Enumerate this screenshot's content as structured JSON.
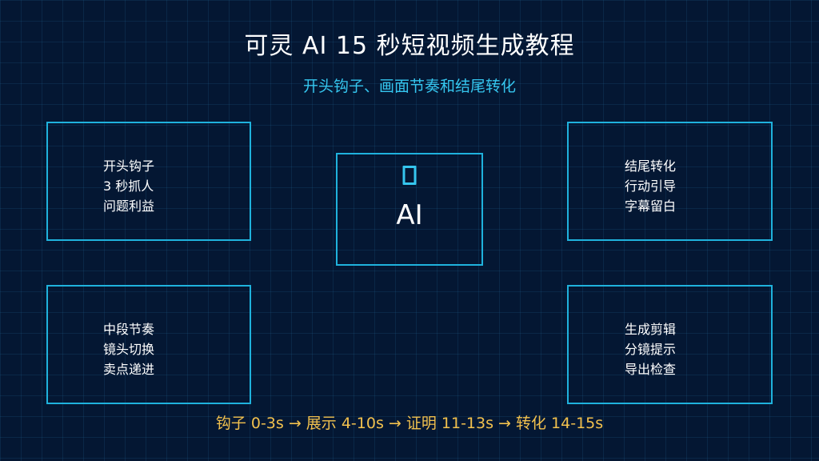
{
  "colors": {
    "background": "#041733",
    "box_border": "#1fb2dd",
    "accent_cyan": "#35c6ef",
    "accent_gold": "#f2c14e",
    "text": "#ffffff"
  },
  "title": "可灵 AI 15 秒短视频生成教程",
  "subtitle": "开头钩子、画面节奏和结尾转化",
  "center": {
    "icon": "square-outline-icon",
    "label": "AI"
  },
  "boxes": {
    "top_left": {
      "lines": [
        "开头钩子",
        "3 秒抓人",
        "问题利益"
      ]
    },
    "top_right": {
      "lines": [
        "结尾转化",
        "行动引导",
        "字幕留白"
      ]
    },
    "bottom_left": {
      "lines": [
        "中段节奏",
        "镜头切换",
        "卖点递进"
      ]
    },
    "bottom_right": {
      "lines": [
        "生成剪辑",
        "分镜提示",
        "导出检查"
      ]
    }
  },
  "timeline": "钩子 0-3s → 展示 4-10s → 证明 11-13s → 转化 14-15s"
}
